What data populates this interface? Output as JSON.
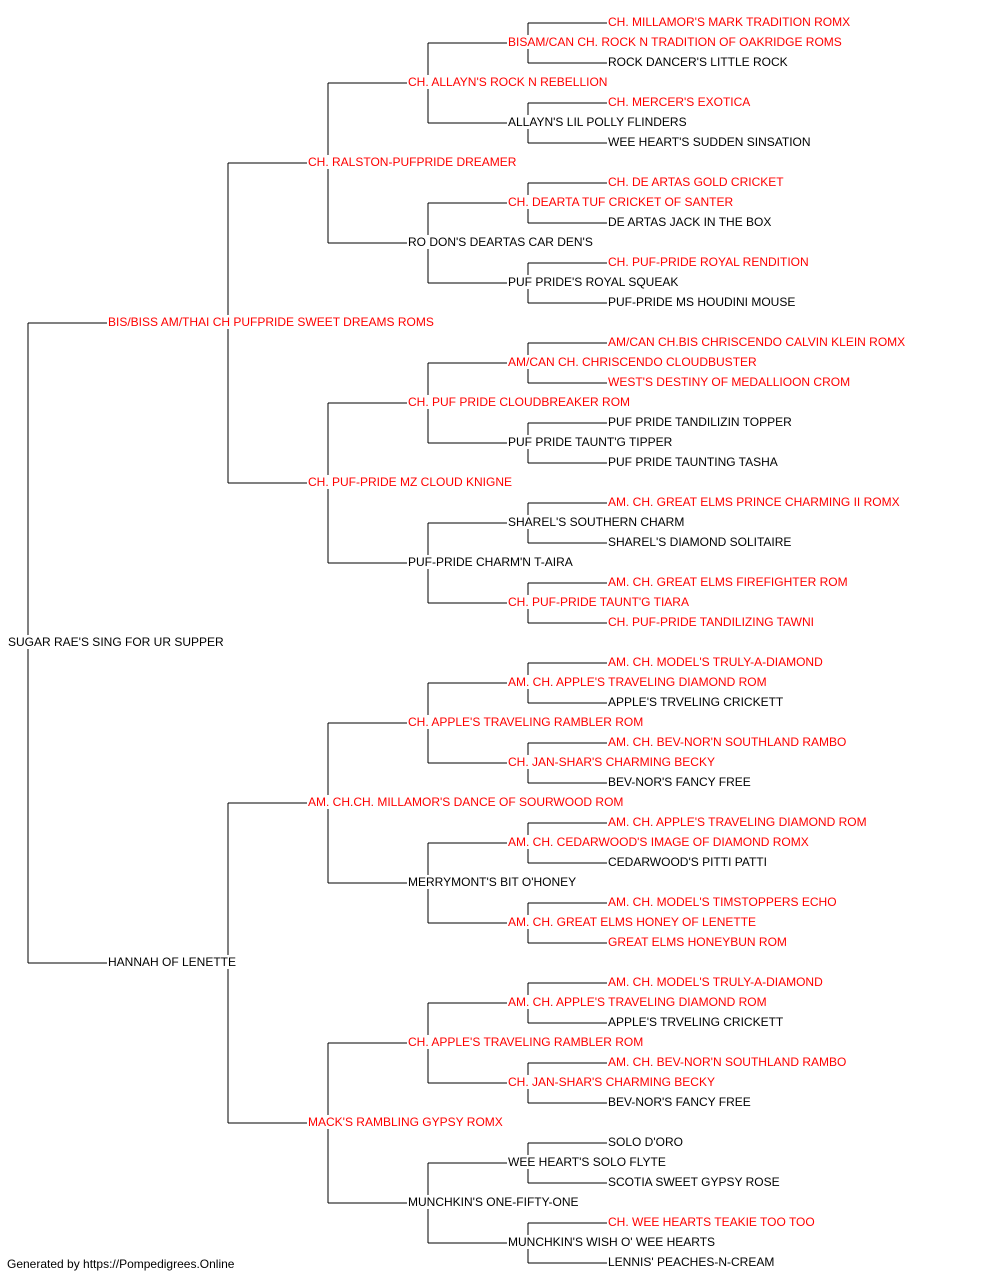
{
  "colors": {
    "champion": "#ff0000",
    "normal": "#000000",
    "line": "#000000"
  },
  "footer": "Generated by https://Pompedigrees.Online",
  "pedigree": {
    "name": "SUGAR RAE'S SING FOR UR SUPPER",
    "champion": false,
    "sire": {
      "name": "BIS/BISS AM/THAI CH PUFPRIDE SWEET DREAMS ROMS",
      "champion": true,
      "sire": {
        "name": "CH. RALSTON-PUFPRIDE DREAMER",
        "champion": true,
        "sire": {
          "name": "CH. ALLAYN'S ROCK N REBELLION",
          "champion": true,
          "sire": {
            "name": "BISAM/CAN CH. ROCK N TRADITION OF OAKRIDGE ROMS",
            "champion": true,
            "sire": {
              "name": "CH. MILLAMOR'S MARK TRADITION ROMX",
              "champion": true
            },
            "dam": {
              "name": "ROCK DANCER'S LITTLE ROCK",
              "champion": false
            }
          },
          "dam": {
            "name": "ALLAYN'S LIL POLLY FLINDERS",
            "champion": false,
            "sire": {
              "name": "CH. MERCER'S EXOTICA",
              "champion": true
            },
            "dam": {
              "name": "WEE HEART'S SUDDEN SINSATION",
              "champion": false
            }
          }
        },
        "dam": {
          "name": "RO DON'S DEARTAS CAR DEN'S",
          "champion": false,
          "sire": {
            "name": "CH. DEARTA TUF CRICKET OF SANTER",
            "champion": true,
            "sire": {
              "name": "CH. DE ARTAS GOLD CRICKET",
              "champion": true
            },
            "dam": {
              "name": "DE ARTAS JACK IN THE BOX",
              "champion": false
            }
          },
          "dam": {
            "name": "PUF PRIDE'S ROYAL SQUEAK",
            "champion": false,
            "sire": {
              "name": "CH. PUF-PRIDE ROYAL RENDITION",
              "champion": true
            },
            "dam": {
              "name": "PUF-PRIDE MS HOUDINI MOUSE",
              "champion": false
            }
          }
        }
      },
      "dam": {
        "name": "CH. PUF-PRIDE MZ CLOUD KNIGNE",
        "champion": true,
        "sire": {
          "name": "CH. PUF PRIDE CLOUDBREAKER ROM",
          "champion": true,
          "sire": {
            "name": "AM/CAN CH. CHRISCENDO CLOUDBUSTER",
            "champion": true,
            "sire": {
              "name": "AM/CAN CH.BIS CHRISCENDO CALVIN KLEIN ROMX",
              "champion": true
            },
            "dam": {
              "name": "WEST'S DESTINY OF MEDALLIOON CROM",
              "champion": true
            }
          },
          "dam": {
            "name": "PUF PRIDE TAUNT'G TIPPER",
            "champion": false,
            "sire": {
              "name": "PUF PRIDE TANDILIZIN TOPPER",
              "champion": false
            },
            "dam": {
              "name": "PUF PRIDE TAUNTING TASHA",
              "champion": false
            }
          }
        },
        "dam": {
          "name": "PUF-PRIDE CHARM'N T-AIRA",
          "champion": false,
          "sire": {
            "name": "SHAREL'S SOUTHERN CHARM",
            "champion": false,
            "sire": {
              "name": "AM. CH. GREAT ELMS PRINCE CHARMING II ROMX",
              "champion": true
            },
            "dam": {
              "name": "SHAREL'S DIAMOND SOLITAIRE",
              "champion": false
            }
          },
          "dam": {
            "name": "CH. PUF-PRIDE TAUNT'G TIARA",
            "champion": true,
            "sire": {
              "name": "AM. CH. GREAT ELMS FIREFIGHTER ROM",
              "champion": true
            },
            "dam": {
              "name": "CH. PUF-PRIDE TANDILIZING TAWNI",
              "champion": true
            }
          }
        }
      }
    },
    "dam": {
      "name": "HANNAH OF LENETTE",
      "champion": false,
      "sire": {
        "name": "AM. CH.CH. MILLAMOR'S DANCE OF SOURWOOD ROM",
        "champion": true,
        "sire": {
          "name": "CH. APPLE'S TRAVELING RAMBLER ROM",
          "champion": true,
          "sire": {
            "name": "AM. CH. APPLE'S TRAVELING DIAMOND ROM",
            "champion": true,
            "sire": {
              "name": "AM. CH. MODEL'S TRULY-A-DIAMOND",
              "champion": true
            },
            "dam": {
              "name": "APPLE'S TRVELING CRICKETT",
              "champion": false
            }
          },
          "dam": {
            "name": "CH. JAN-SHAR'S CHARMING BECKY",
            "champion": true,
            "sire": {
              "name": "AM. CH. BEV-NOR'N SOUTHLAND RAMBO",
              "champion": true
            },
            "dam": {
              "name": "BEV-NOR'S FANCY FREE",
              "champion": false
            }
          }
        },
        "dam": {
          "name": "MERRYMONT'S BIT O'HONEY",
          "champion": false,
          "sire": {
            "name": "AM. CH. CEDARWOOD'S IMAGE OF DIAMOND ROMX",
            "champion": true,
            "sire": {
              "name": "AM. CH. APPLE'S TRAVELING DIAMOND ROM",
              "champion": true
            },
            "dam": {
              "name": "CEDARWOOD'S PITTI PATTI",
              "champion": false
            }
          },
          "dam": {
            "name": "AM. CH. GREAT ELMS HONEY OF LENETTE",
            "champion": true,
            "sire": {
              "name": "AM. CH. MODEL'S TIMSTOPPERS ECHO",
              "champion": true
            },
            "dam": {
              "name": "GREAT ELMS HONEYBUN ROM",
              "champion": true
            }
          }
        }
      },
      "dam": {
        "name": "MACK'S RAMBLING GYPSY ROMX",
        "champion": true,
        "sire": {
          "name": "CH. APPLE'S TRAVELING RAMBLER ROM",
          "champion": true,
          "sire": {
            "name": "AM. CH. APPLE'S TRAVELING DIAMOND ROM",
            "champion": true,
            "sire": {
              "name": "AM. CH. MODEL'S TRULY-A-DIAMOND",
              "champion": true
            },
            "dam": {
              "name": "APPLE'S TRVELING CRICKETT",
              "champion": false
            }
          },
          "dam": {
            "name": "CH. JAN-SHAR'S CHARMING BECKY",
            "champion": true,
            "sire": {
              "name": "AM. CH. BEV-NOR'N SOUTHLAND RAMBO",
              "champion": true
            },
            "dam": {
              "name": "BEV-NOR'S FANCY FREE",
              "champion": false
            }
          }
        },
        "dam": {
          "name": "MUNCHKIN'S ONE-FIFTY-ONE",
          "champion": false,
          "sire": {
            "name": "WEE HEART'S SOLO FLYTE",
            "champion": false,
            "sire": {
              "name": "SOLO D'ORO",
              "champion": false
            },
            "dam": {
              "name": "SCOTIA SWEET GYPSY ROSE",
              "champion": false
            }
          },
          "dam": {
            "name": "MUNCHKIN'S WISH O' WEE HEARTS",
            "champion": false,
            "sire": {
              "name": "CH. WEE HEARTS TEAKIE TOO TOO",
              "champion": true
            },
            "dam": {
              "name": "LENNIS' PEACHES-N-CREAM",
              "champion": false
            }
          }
        }
      }
    }
  }
}
